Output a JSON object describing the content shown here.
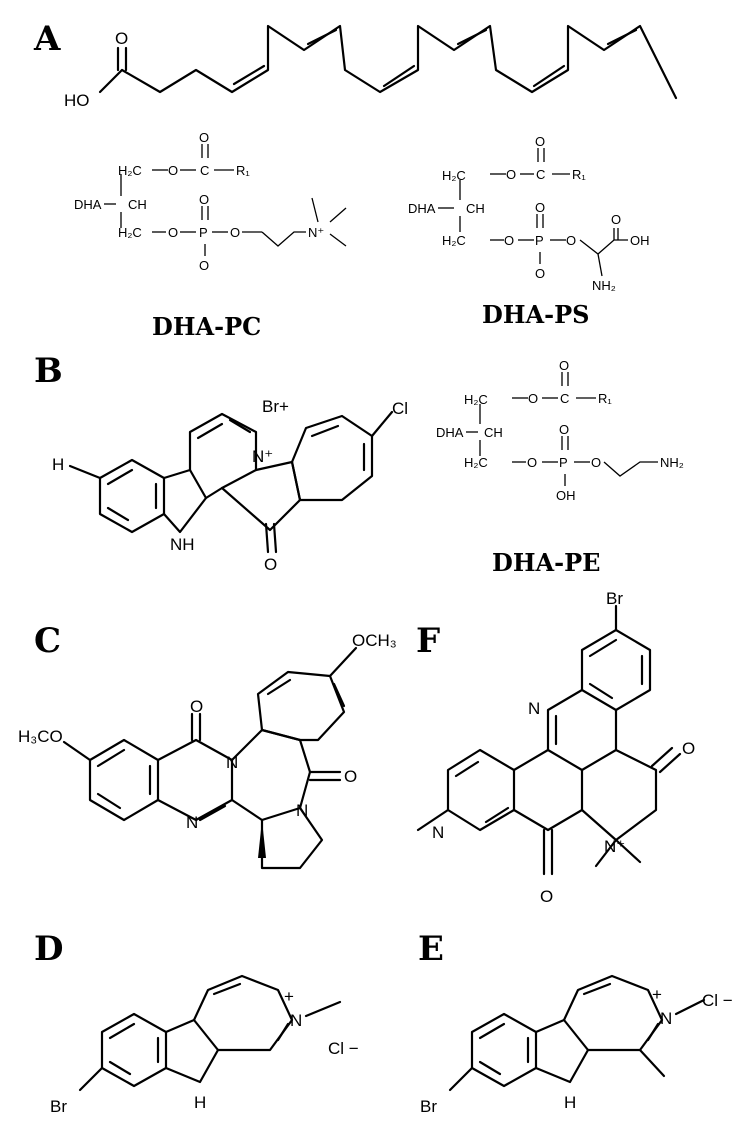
{
  "panels": {
    "a": "A",
    "b": "B",
    "c": "C",
    "d": "D",
    "e": "E",
    "f": "F"
  },
  "compounds": {
    "dha_pc": "DHA-PC",
    "dha_ps": "DHA-PS",
    "dha_pe": "DHA-PE"
  },
  "atoms": {
    "ho": "HO",
    "o": "O",
    "h": "H",
    "h2c": "H₂C",
    "ch": "CH",
    "c": "C",
    "r1": "R₁",
    "dha": "DHA",
    "p": "P",
    "n_plus": "N⁺",
    "oh": "OH",
    "nh2": "NH₂",
    "nh": "NH",
    "n": "N",
    "cl": "Cl",
    "br": "Br",
    "br_plus": "Br+",
    "och3": "OCH₃",
    "h3co": "H₃CO",
    "cl_minus": "Cl −",
    "plus": "+",
    "minus": "−"
  }
}
